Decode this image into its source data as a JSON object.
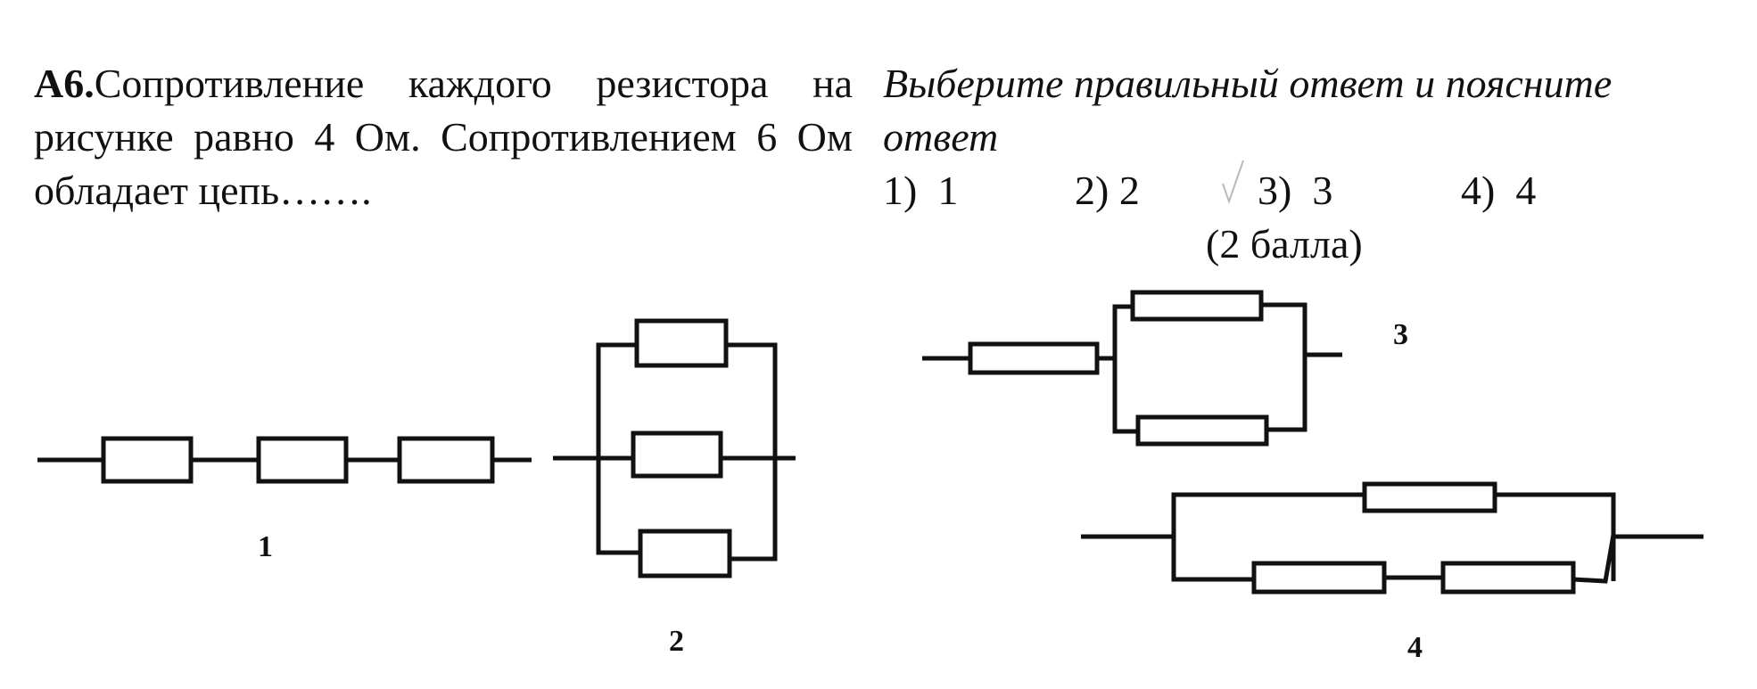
{
  "question": {
    "number": "А6.",
    "text": "Сопротивление каждого резистора на рисунке равно 4 Ом. Сопротивлением 6 Ом обладает цепь……."
  },
  "instruction": "Выберите правильный ответ и поясните ответ",
  "options": [
    {
      "number": "1)",
      "value": "1"
    },
    {
      "number": "2)",
      "value": "2"
    },
    {
      "number": "3)",
      "value": "3"
    },
    {
      "number": "4)",
      "value": "4"
    }
  ],
  "points": "(2 балла)",
  "circuit_labels": [
    "1",
    "2",
    "3",
    "4"
  ]
}
